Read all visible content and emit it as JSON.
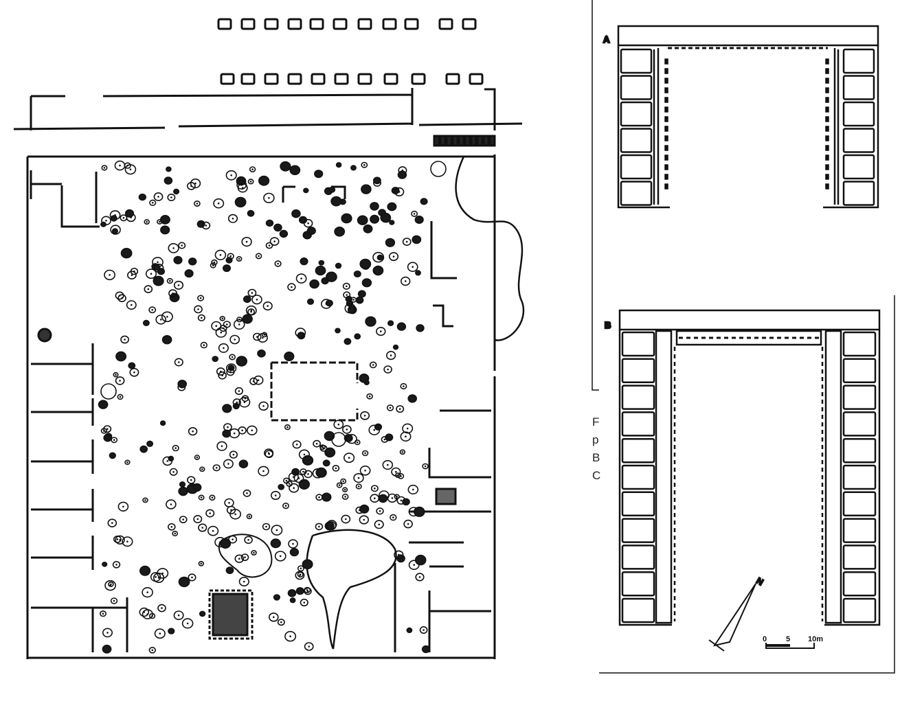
{
  "colors": {
    "ink": "#111111",
    "paper": "#ffffff"
  },
  "plan_a": {
    "label": "A",
    "rooms_per_side": 6
  },
  "plan_b": {
    "label": "B",
    "rooms_per_side": 11
  },
  "north_arrow": {
    "label": "N",
    "icon": "north-arrow-icon"
  },
  "scale_bar": {
    "ticks": [
      "0",
      "5",
      "10m"
    ]
  },
  "caption_fragments": [
    "F",
    "p",
    "B",
    "C"
  ]
}
